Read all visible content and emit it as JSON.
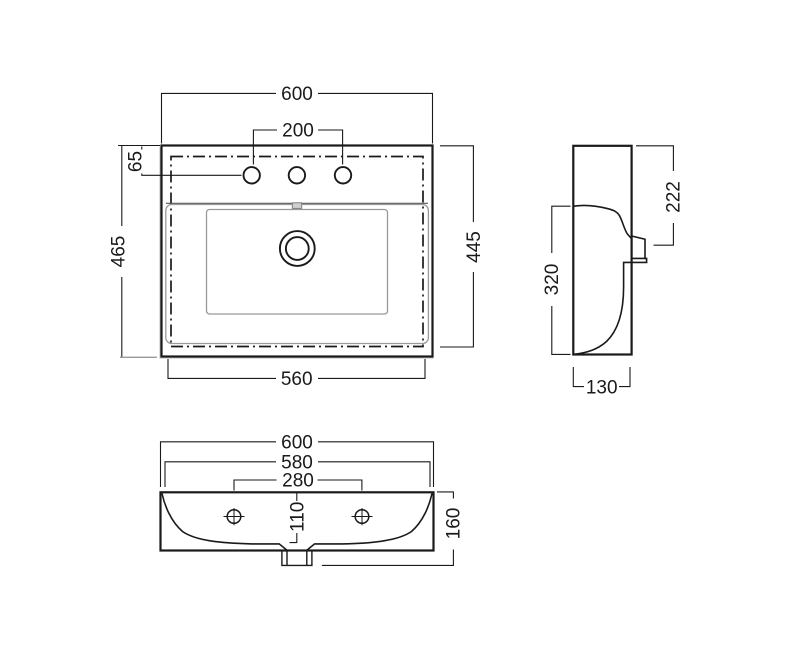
{
  "drawing": {
    "type": "technical-dimension-drawing",
    "subject": "washbasin orthographic views (plan, side profile, front elevation)",
    "colors": {
      "line": "#1a1a1a",
      "aux_line": "#999999",
      "background": "#ffffff"
    },
    "views": {
      "plan": {
        "dims": {
          "overall_width": "600",
          "faucet_hole_spacing": "200",
          "faucet_hole_offset": "65",
          "overall_depth": "465",
          "inner_depth": "445",
          "bottom_width": "560"
        }
      },
      "side": {
        "dims": {
          "outlet_height": "222",
          "profile_height": "320",
          "depth": "130"
        }
      },
      "front": {
        "dims": {
          "overall_width": "600",
          "inner_width": "580",
          "fixing_hole_spacing": "280",
          "bowl_depth": "110",
          "overall_height": "160"
        }
      }
    }
  }
}
